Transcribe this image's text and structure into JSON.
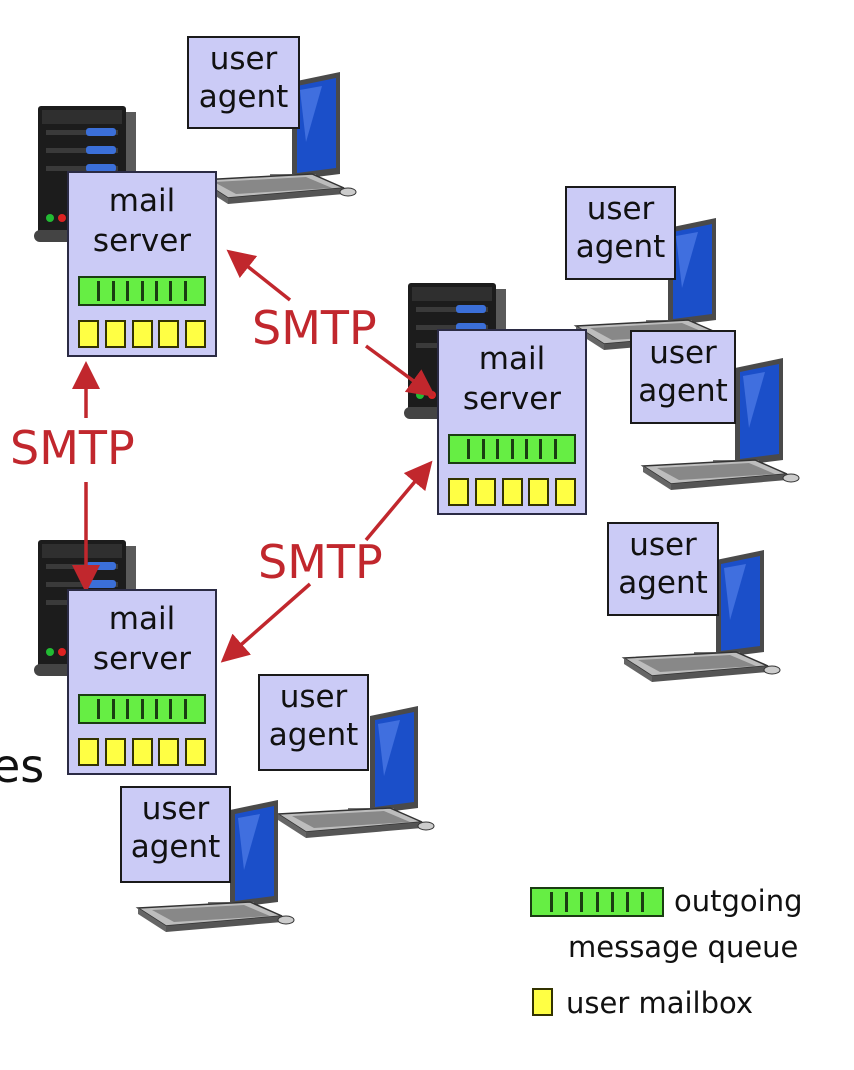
{
  "mail_server": {
    "line1": "mail",
    "line2": "server"
  },
  "user_agent": {
    "line1": "user",
    "line2": "agent"
  },
  "protocol_label": "SMTP",
  "cut_off_text": "es",
  "legend": {
    "queue_line1": "outgoing",
    "queue_line2": "message queue",
    "mailbox": "user mailbox"
  },
  "colors": {
    "arrow": "#c1272d",
    "box_fill": "#cbcbf6",
    "queue_fill": "#66ee44",
    "mailbox_fill": "#ffff44"
  }
}
